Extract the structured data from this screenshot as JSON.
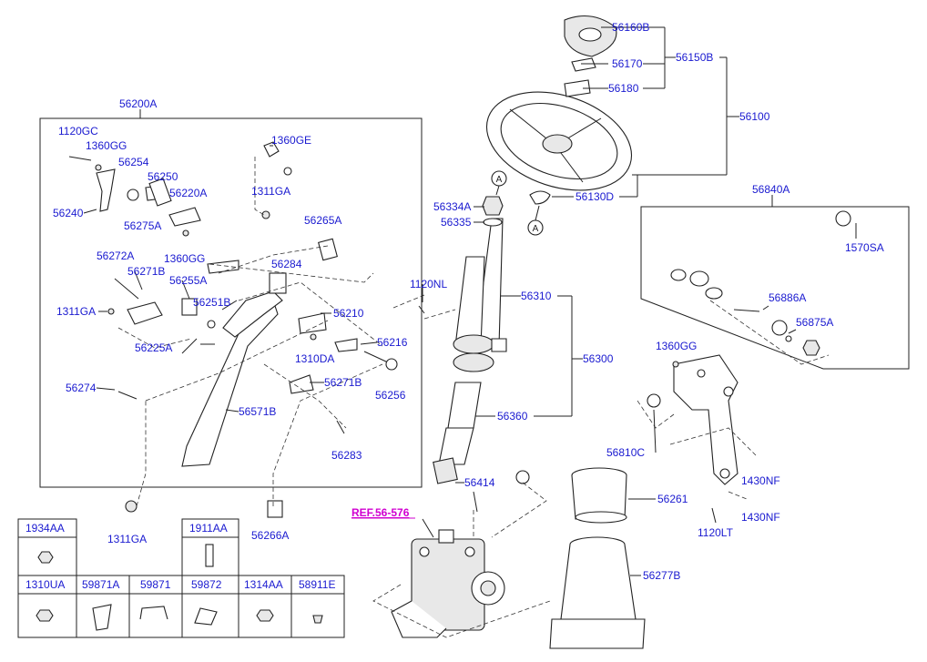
{
  "reference": "REF.56-576",
  "group_labels": {
    "g56200A": "56200A",
    "g56100": "56100",
    "g56150B": "56150B",
    "g56300": "56300",
    "g56840A": "56840A"
  },
  "parts": {
    "p56160B": "56160B",
    "p56170": "56170",
    "p56180": "56180",
    "p56130D": "56130D",
    "p1120GC": "1120GC",
    "p1360GG_a": "1360GG",
    "p56254": "56254",
    "p56250": "56250",
    "p56220A": "56220A",
    "p56240": "56240",
    "p56275A": "56275A",
    "p1360GG_b": "1360GG",
    "p1360GE": "1360GE",
    "p1311GA_a": "1311GA",
    "p56265A": "56265A",
    "p56272A": "56272A",
    "p56271B_a": "56271B",
    "p56255A": "56255A",
    "p56284": "56284",
    "p1311GA_b": "1311GA",
    "p56251B": "56251B",
    "p56210": "56210",
    "p56225A": "56225A",
    "p1310DA": "1310DA",
    "p56216": "56216",
    "p56274": "56274",
    "p56271B_b": "56271B",
    "p56256": "56256",
    "p56571B": "56571B",
    "p56283": "56283",
    "p1311GA_c": "1311GA",
    "p56266A": "56266A",
    "p56334A": "56334A",
    "p56335": "56335",
    "p1120NL": "1120NL",
    "p56310": "56310",
    "p56360": "56360",
    "p56414": "56414",
    "p1570SA": "1570SA",
    "p56886A": "56886A",
    "p56875A": "56875A",
    "p1360GG_c": "1360GG",
    "p56810C": "56810C",
    "p56261": "56261",
    "p1430NF_a": "1430NF",
    "p1430NF_b": "1430NF",
    "p1120LT": "1120LT",
    "p56277B": "56277B",
    "markA1": "A",
    "markA2": "A"
  },
  "parts_table": {
    "row1": [
      "1934AA",
      "1911AA"
    ],
    "row2": [
      "1310UA",
      "59871A",
      "59871",
      "59872",
      "1314AA",
      "58911E"
    ]
  }
}
